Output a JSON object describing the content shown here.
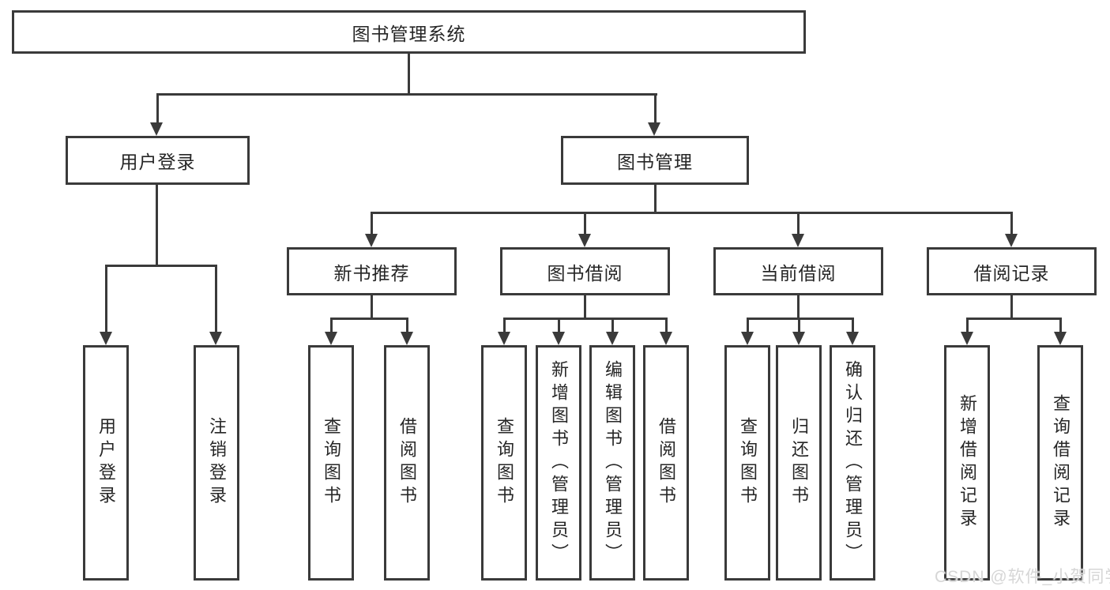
{
  "tree": {
    "root": {
      "label": "图书管理系统"
    },
    "branches": [
      {
        "label": "用户登录",
        "children": [
          {
            "label": "用户登录"
          },
          {
            "label": "注销登录"
          }
        ]
      },
      {
        "label": "图书管理",
        "children": [
          {
            "label": "新书推荐",
            "children": [
              {
                "label": "查询图书"
              },
              {
                "label": "借阅图书"
              }
            ]
          },
          {
            "label": "图书借阅",
            "children": [
              {
                "label": "查询图书"
              },
              {
                "label": "新增图书（管理员）"
              },
              {
                "label": "编辑图书（管理员）"
              },
              {
                "label": "借阅图书"
              }
            ]
          },
          {
            "label": "当前借阅",
            "children": [
              {
                "label": "查询图书"
              },
              {
                "label": "归还图书"
              },
              {
                "label": "确认归还（管理员）"
              }
            ]
          },
          {
            "label": "借阅记录",
            "children": [
              {
                "label": "新增借阅记录"
              },
              {
                "label": "查询借阅记录"
              }
            ]
          }
        ]
      }
    ]
  },
  "watermark": {
    "text": "CSDN @软件_小贺同学"
  },
  "colors": {
    "line": "#3a3a3a",
    "box_background": "#ffffff",
    "text": "#262626",
    "watermark": "#d6d6d6"
  }
}
